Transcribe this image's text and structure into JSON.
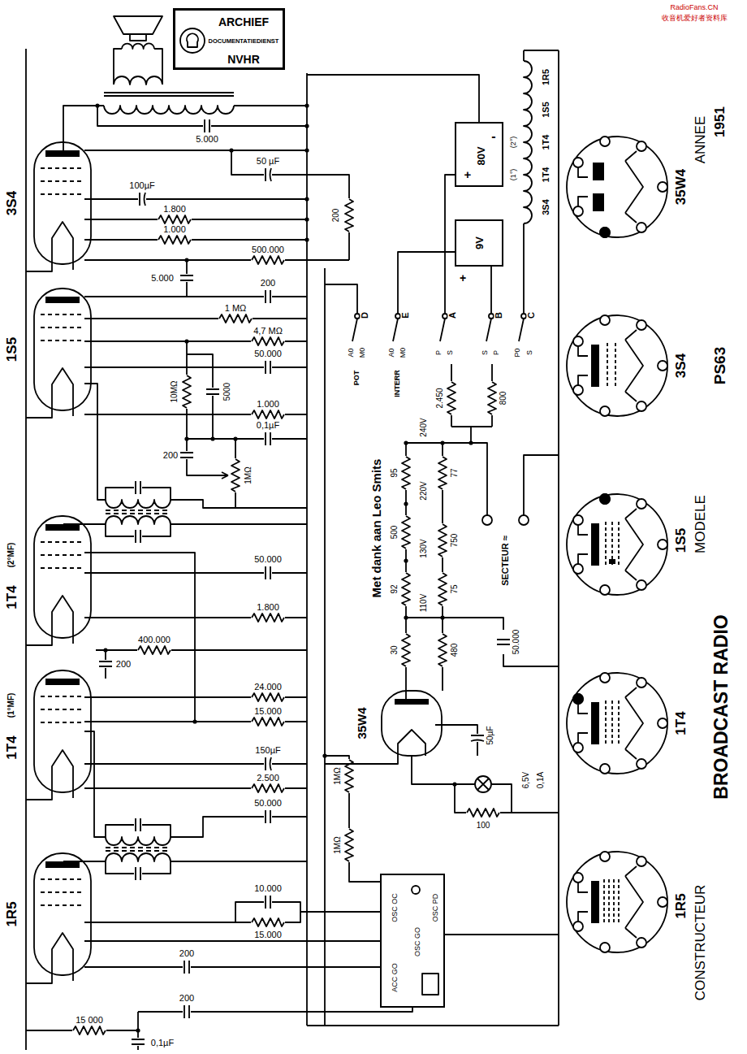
{
  "diagram": {
    "nodes": [
      {
        "text": [
          "ARCHIEF",
          "DOCUMENTATIEDIENST",
          "NVHR"
        ]
      },
      {
        "text": [
          "-",
          "80V",
          "+"
        ]
      },
      {
        "text": [
          "9V"
        ]
      },
      {
        "text": [
          "OSC OC",
          "OSC PD",
          "OSC GO",
          "ACC GO"
        ]
      }
    ],
    "labels": [
      "RadioFans.CN",
      "收音机爱好者资料库",
      "3S4",
      "1S5",
      "1T4",
      "(2°MF)",
      "1T4",
      "(1°MF)",
      "1R5",
      "5.000",
      "50 µF",
      "200",
      "100µF",
      "1.800",
      "1.000",
      "500.000",
      "5.000",
      "200",
      "1 MΩ",
      "4,7 MΩ",
      "50.000",
      "10MΩ",
      "5000",
      "1.000",
      "0,1µF",
      "200",
      "1MΩ",
      "50.000",
      "1.800",
      "400.000",
      "200",
      "24.000",
      "15.000",
      "150µF",
      "2.500",
      "50.000",
      "1MΩ",
      "1MΩ",
      "10.000",
      "15.000",
      "200",
      "200",
      "15 000",
      "0,1µF",
      "1R5",
      "1S5",
      "1T4",
      "(2°)",
      "1T4",
      "(1°)",
      "3S4",
      "+",
      "D",
      "E",
      "A",
      "B",
      "C",
      "A0",
      "M0",
      "A0",
      "M0",
      "P",
      "S",
      "S",
      "P",
      "P0",
      "S",
      "INTERR",
      "POT",
      "2.450",
      "800",
      "240V",
      "220V",
      "130V",
      "110V",
      "95",
      "500",
      "92",
      "30",
      "77",
      "750",
      "75",
      "480",
      "Met dank aan Leo Smits",
      "SECTEUR ≈",
      "50.000",
      "35W4",
      "50µF",
      "6,5V",
      "0,1A",
      "100",
      "35W4",
      "3S4",
      "1S5",
      "1T4",
      "1R5",
      "ANNEE",
      "1951",
      "PS63",
      "MODELE",
      "BROADCAST RADIO",
      "CONSTRUCTEUR"
    ]
  }
}
